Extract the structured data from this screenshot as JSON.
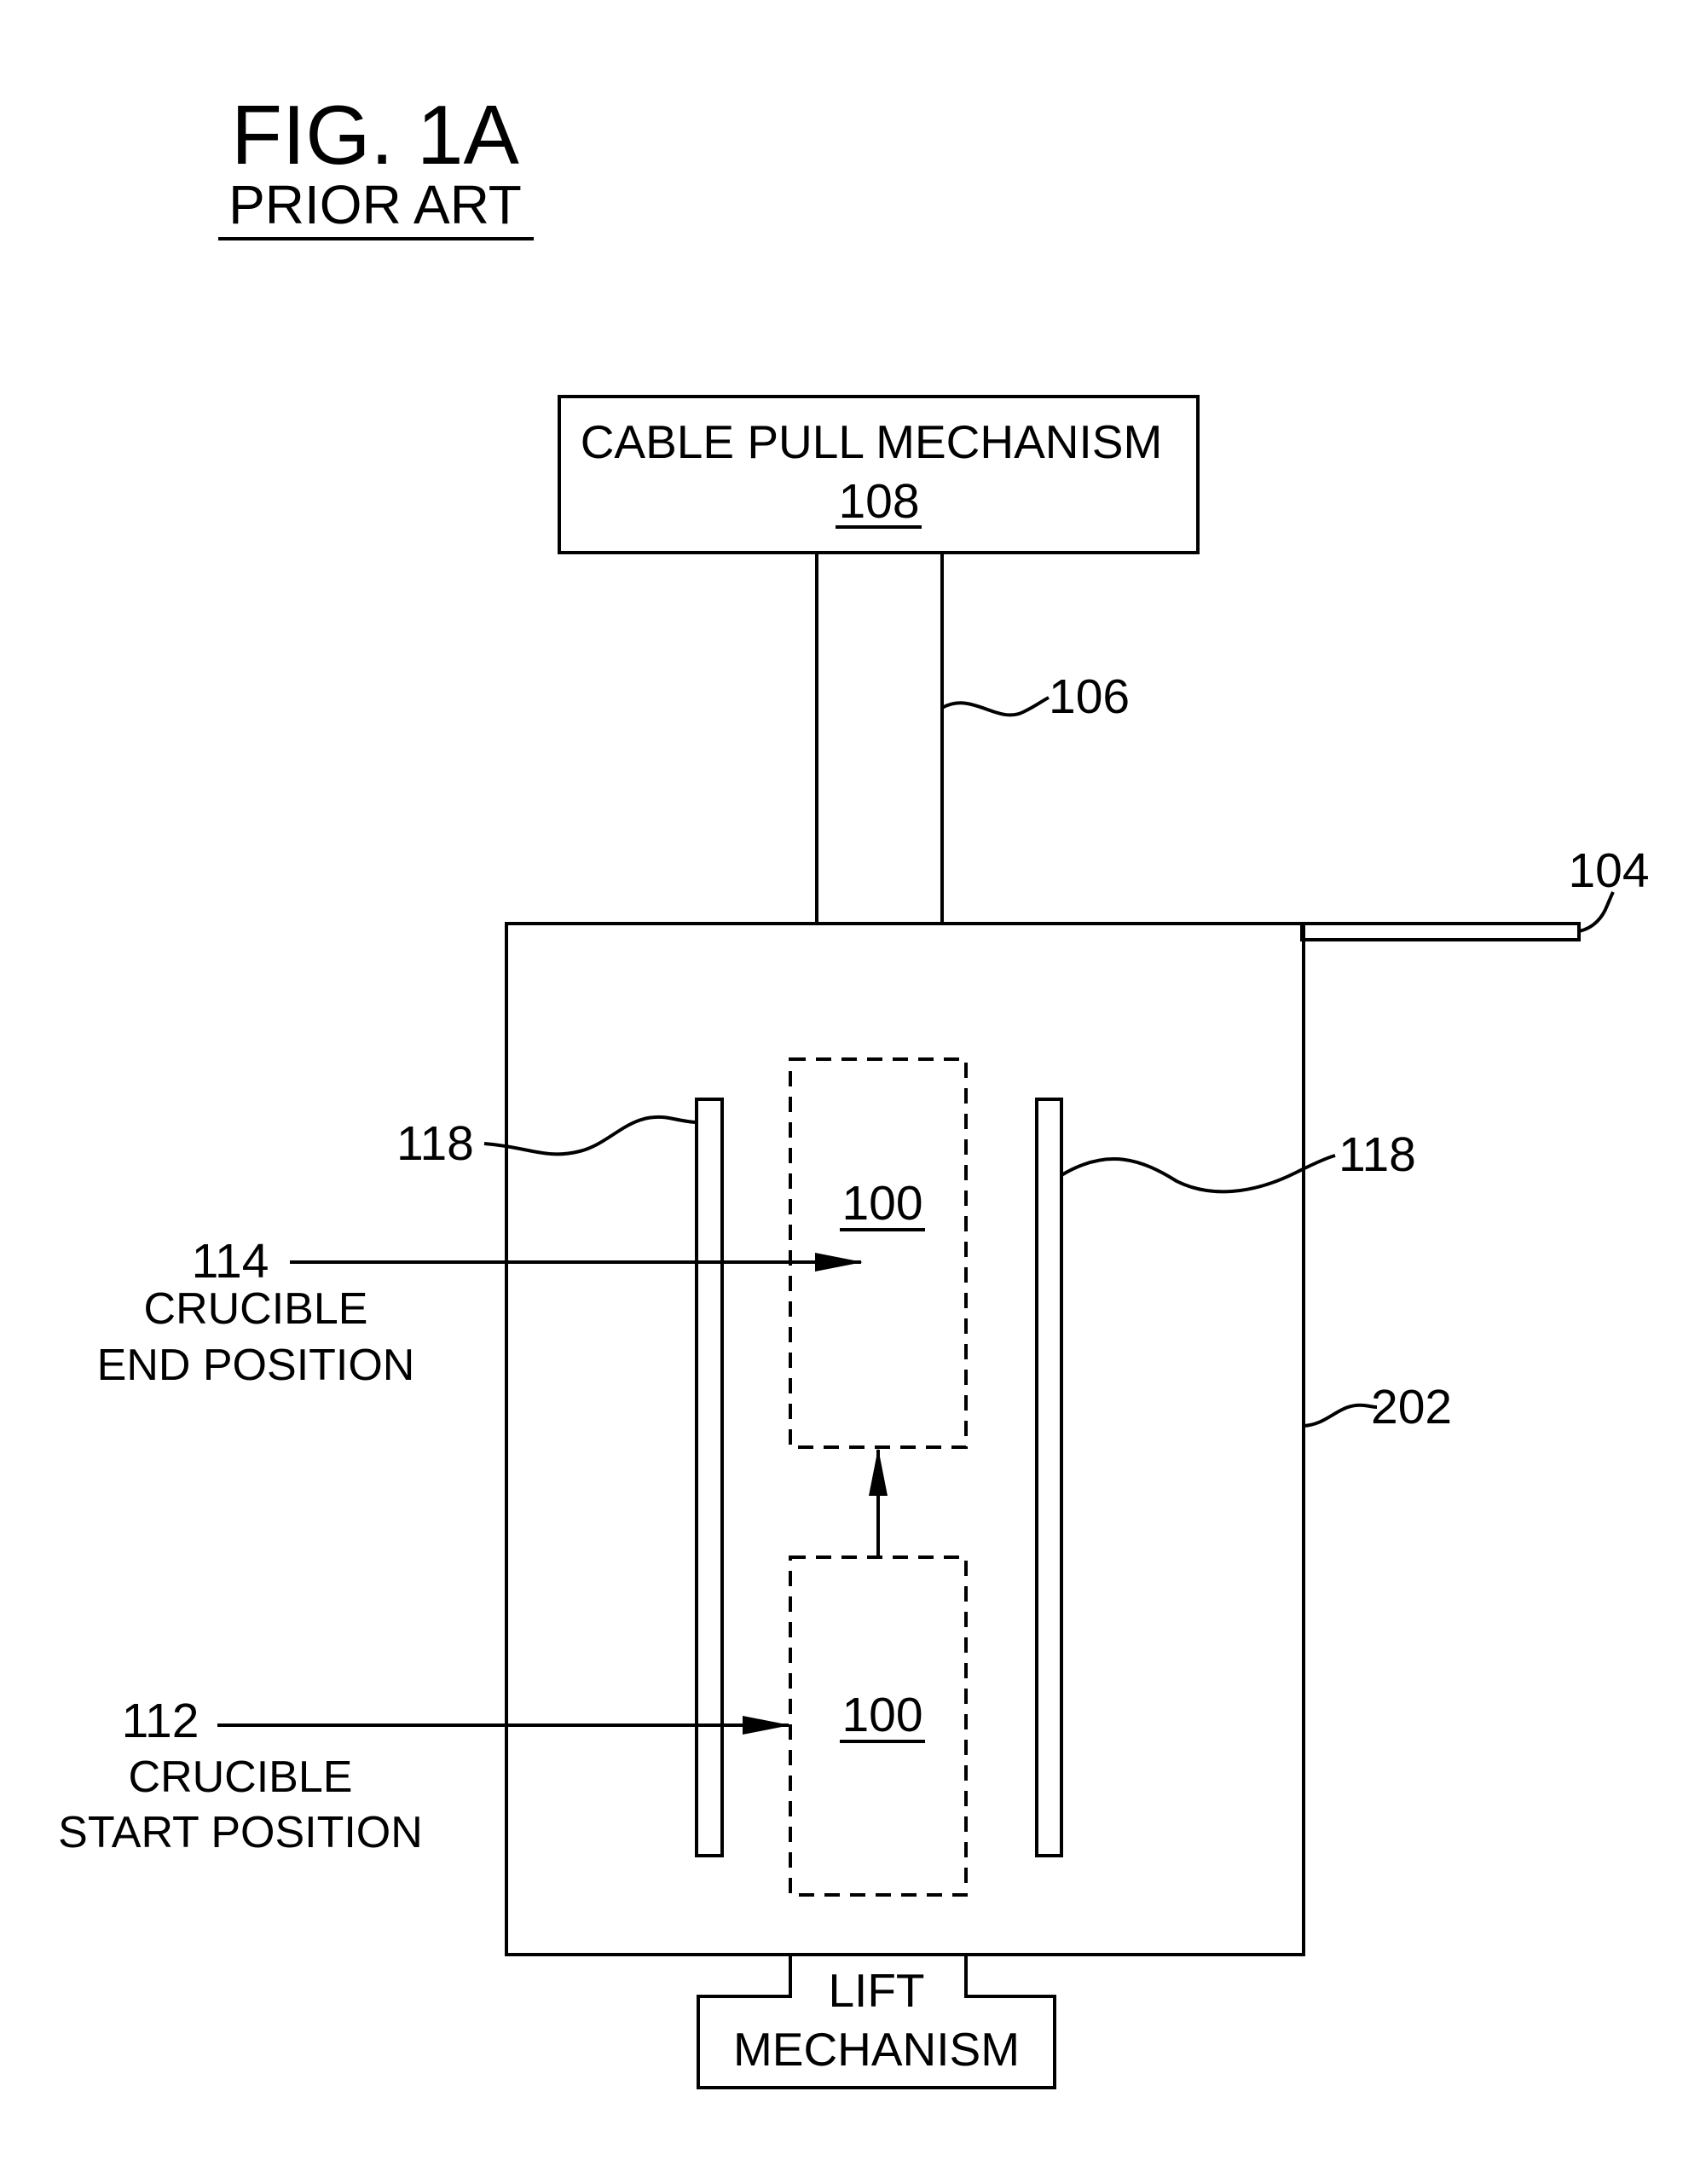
{
  "figure": {
    "title": "FIG. 1A",
    "subtitle": "PRIOR ART"
  },
  "cable_pull": {
    "label": "CABLE PULL MECHANISM",
    "ref": "108"
  },
  "cable": {
    "ref": "106"
  },
  "top_plate": {
    "ref": "104"
  },
  "chamber": {
    "ref": "202"
  },
  "heater_left": {
    "ref": "118"
  },
  "heater_right": {
    "ref": "118"
  },
  "crucible_end": {
    "ref": "100"
  },
  "crucible_start": {
    "ref": "100"
  },
  "end_position": {
    "ref": "114",
    "line1": "CRUCIBLE",
    "line2": "END POSITION"
  },
  "start_position": {
    "ref": "112",
    "line1": "CRUCIBLE",
    "line2": "START POSITION"
  },
  "lift": {
    "line1": "LIFT",
    "line2": "MECHANISM"
  }
}
